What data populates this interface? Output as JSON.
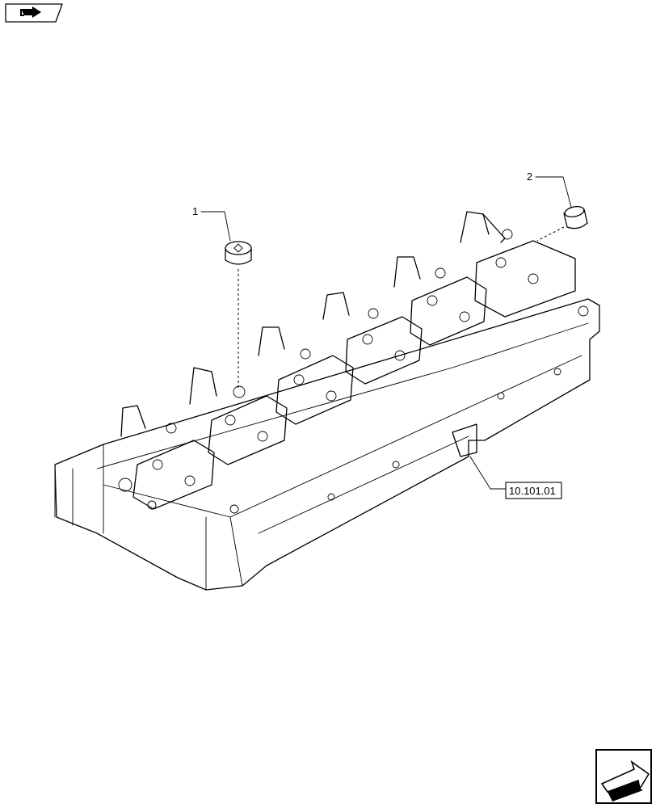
{
  "callouts": [
    {
      "number": "1"
    },
    {
      "number": "2"
    }
  ],
  "reference": {
    "label": "10.101.01"
  },
  "icons": {
    "top_left": "book-arrow-icon",
    "bottom_right": "next-page-arrow-icon"
  }
}
